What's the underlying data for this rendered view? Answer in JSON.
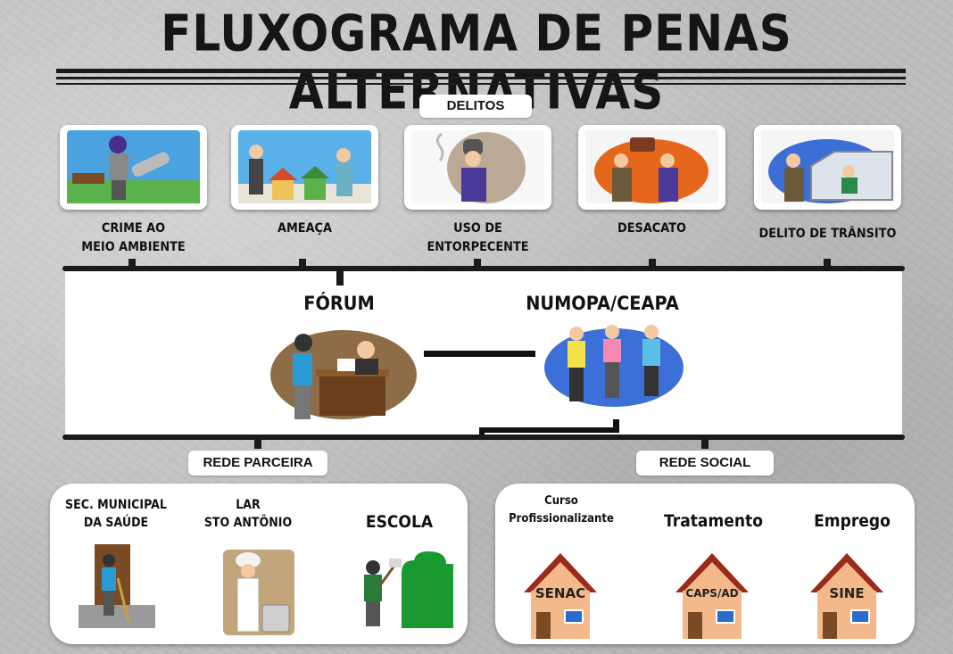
{
  "title": "FLUXOGRAMA DE PENAS ALTERNATIVAS",
  "delitos_label": "DELITOS",
  "crimes": [
    {
      "label": "CRIME AO\nMEIO AMBIENTE"
    },
    {
      "label": "AMEAÇA"
    },
    {
      "label": "USO DE\nENTORPECENTE"
    },
    {
      "label": "DESACATO"
    },
    {
      "label": "DELITO DE TRÂNSITO"
    }
  ],
  "forum": {
    "label": "FÓRUM"
  },
  "numopa": {
    "label": "NUMOPA/CEAPA"
  },
  "rede_parceira": {
    "label": "REDE PARCEIRA",
    "items": [
      {
        "label": "SEC. MUNICIPAL\nDA SAÚDE"
      },
      {
        "label": "LAR\nSTO ANTÔNIO"
      },
      {
        "label": "ESCOLA"
      }
    ]
  },
  "rede_social": {
    "label": "REDE SOCIAL",
    "items": [
      {
        "label": "Curso\nProfissionalizante",
        "house": "SENAC"
      },
      {
        "label": "Tratamento",
        "house": "CAPS/AD"
      },
      {
        "label": "Emprego",
        "house": "SINE"
      }
    ]
  }
}
